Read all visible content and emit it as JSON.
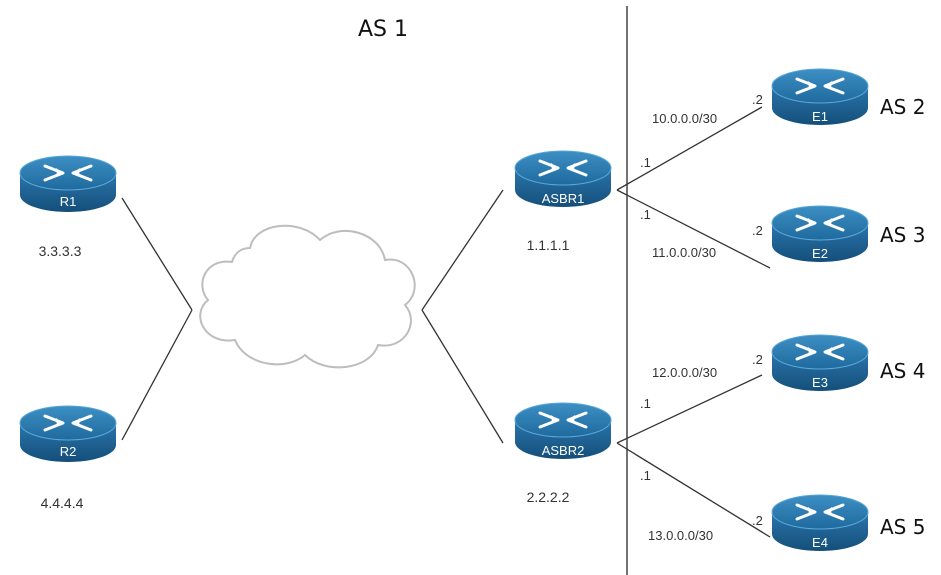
{
  "title": "AS 1",
  "routers": {
    "r1": {
      "name": "R1",
      "id_label": "3.3.3.3"
    },
    "r2": {
      "name": "R2",
      "id_label": "4.4.4.4"
    },
    "asbr1": {
      "name": "ASBR1",
      "id_label": "1.1.1.1"
    },
    "asbr2": {
      "name": "ASBR2",
      "id_label": "2.2.2.2"
    },
    "e1": {
      "name": "E1",
      "as_label": "AS 2"
    },
    "e2": {
      "name": "E2",
      "as_label": "AS 3"
    },
    "e3": {
      "name": "E3",
      "as_label": "AS 4"
    },
    "e4": {
      "name": "E4",
      "as_label": "AS 5"
    }
  },
  "links": {
    "asbr1_e1": {
      "subnet": "10.0.0.0/30",
      "near_ip": ".1",
      "far_ip": ".2"
    },
    "asbr1_e2": {
      "subnet": "11.0.0.0/30",
      "near_ip": ".1",
      "far_ip": ".2"
    },
    "asbr2_e3": {
      "subnet": "12.0.0.0/30",
      "near_ip": ".1",
      "far_ip": ".2"
    },
    "asbr2_e4": {
      "subnet": "13.0.0.0/30",
      "near_ip": ".1",
      "far_ip": ".2"
    }
  }
}
